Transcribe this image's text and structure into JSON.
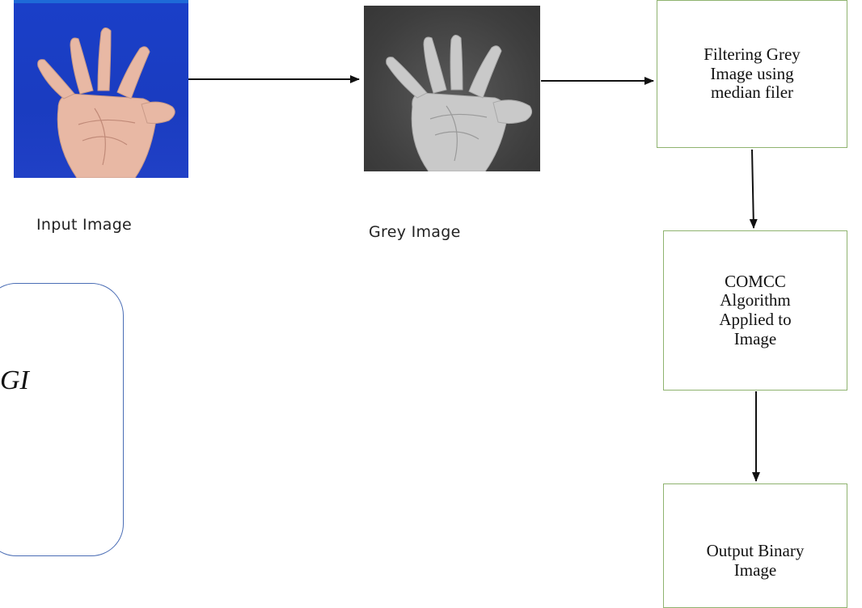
{
  "diagram": {
    "input_caption": "Input Image",
    "grey_caption": "Grey Image",
    "step_filter": "Filtering Grey\nImage  using\nmedian filer",
    "step_comcc": "COMCC\nAlgorithm\nApplied to\nImage",
    "step_output": "Output Binary\nImage",
    "partial_label": "GI"
  },
  "colors": {
    "box_border": "#8fb36f",
    "rounded_border": "#4a6db5",
    "input_background": "#1a3fc8",
    "grey_background": "#3e3e3e"
  }
}
